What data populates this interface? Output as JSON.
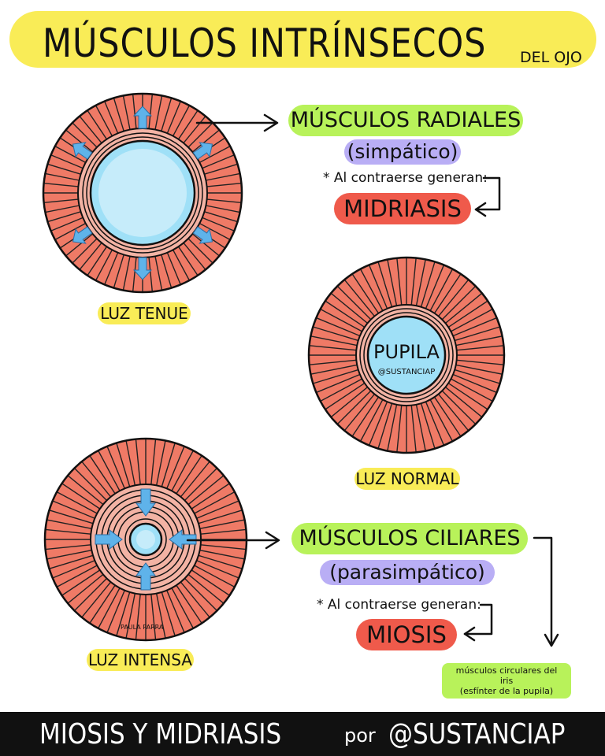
{
  "header": {
    "title": "MÚSCULOS INTRÍNSECOS",
    "subtitle": "DEL OJO"
  },
  "radial_section": {
    "title": "MÚSCULOS RADIALES",
    "system": "(simpático)",
    "note": "* Al contraerse generan:",
    "result": "MIDRIASIS",
    "light_label": "LUZ TENUE"
  },
  "normal_section": {
    "pupil_label": "PUPILA",
    "pupil_handle": "@SUSTANCIAP",
    "light_label": "LUZ NORMAL"
  },
  "ciliary_section": {
    "title": "MÚSCULOS CILIARES",
    "system": "(parasimpático)",
    "note": "* Al contraerse generan:",
    "result": "MIOSIS",
    "light_label": "LUZ INTENSA",
    "signature": "PAULA PARRA",
    "footnote_line1": "músculos circulares del iris",
    "footnote_line2": "(esfínter de la pupila)"
  },
  "footer": {
    "main": "MIOSIS Y MIDRIASIS",
    "by": "por",
    "handle": "@SUSTANCIAP"
  },
  "colors": {
    "banner": "#f9ec57",
    "muscle": "#ef7a66",
    "sphincter": "#f3b3a4",
    "pupil": "#9fe0f7",
    "arrow": "#5fb3ea",
    "green": "#b8f25a",
    "purple": "#b9aef5",
    "red": "#ef5a4b"
  }
}
